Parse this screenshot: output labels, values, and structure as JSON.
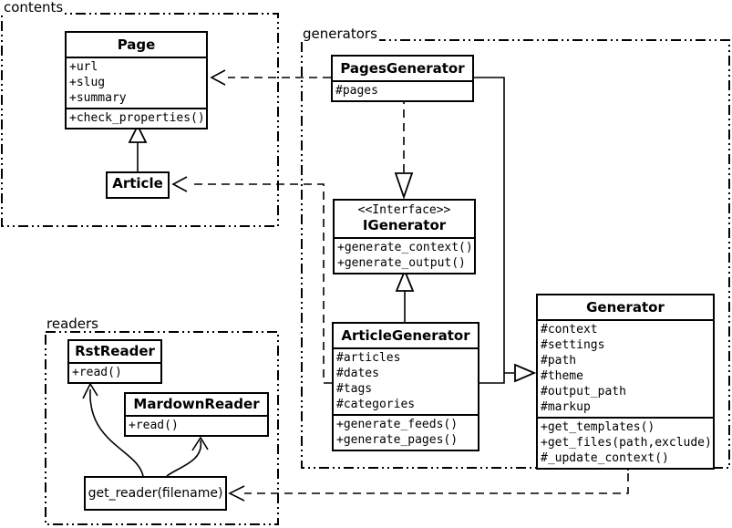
{
  "packages": {
    "contents": "contents",
    "generators": "generators",
    "readers": "readers"
  },
  "classes": {
    "page": {
      "name": "Page",
      "attrs": [
        "+url",
        "+slug",
        "+summary"
      ],
      "methods": [
        "+check_properties()"
      ]
    },
    "article": {
      "name": "Article"
    },
    "pages_generator": {
      "name": "PagesGenerator",
      "attrs": [
        "#pages"
      ]
    },
    "igenerator": {
      "stereotype": "<<Interface>>",
      "name": "IGenerator",
      "methods": [
        "+generate_context()",
        "+generate_output()"
      ]
    },
    "article_generator": {
      "name": "ArticleGenerator",
      "attrs": [
        "#articles",
        "#dates",
        "#tags",
        "#categories"
      ],
      "methods": [
        "+generate_feeds()",
        "+generate_pages()"
      ]
    },
    "generator": {
      "name": "Generator",
      "attrs": [
        "#context",
        "#settings",
        "#path",
        "#theme",
        "#output_path",
        "#markup"
      ],
      "methods": [
        "+get_templates()",
        "+get_files(path,exclude)",
        "#_update_context()"
      ]
    },
    "rst_reader": {
      "name": "RstReader",
      "methods": [
        "+read()"
      ]
    },
    "markdown_reader": {
      "name": "MardownReader",
      "methods": [
        "+read()"
      ]
    },
    "get_reader": {
      "label": "get_reader(filename)"
    }
  },
  "relations": [
    {
      "from": "Article",
      "to": "Page",
      "type": "generalization",
      "style": "solid-hollow-triangle"
    },
    {
      "from": "PagesGenerator",
      "to": "IGenerator",
      "type": "realization",
      "style": "dashed-hollow-triangle"
    },
    {
      "from": "ArticleGenerator",
      "to": "IGenerator",
      "type": "generalization",
      "style": "solid-hollow-triangle"
    },
    {
      "from": "PagesGenerator",
      "to": "Generator",
      "type": "generalization",
      "style": "solid-hollow-triangle"
    },
    {
      "from": "ArticleGenerator",
      "to": "Generator",
      "type": "generalization",
      "style": "solid-hollow-triangle"
    },
    {
      "from": "PagesGenerator",
      "to": "Page",
      "type": "dependency",
      "style": "dashed-open-arrow"
    },
    {
      "from": "ArticleGenerator",
      "to": "Article",
      "type": "dependency",
      "style": "dashed-open-arrow"
    },
    {
      "from": "Generator",
      "to": "get_reader(filename)",
      "type": "dependency",
      "style": "dashed-open-arrow"
    },
    {
      "from": "get_reader(filename)",
      "to": "RstReader",
      "type": "association",
      "style": "curved-open-arrow"
    },
    {
      "from": "get_reader(filename)",
      "to": "MardownReader",
      "type": "association",
      "style": "curved-open-arrow"
    }
  ],
  "colors": {
    "line": "#000000",
    "background": "#ffffff"
  }
}
